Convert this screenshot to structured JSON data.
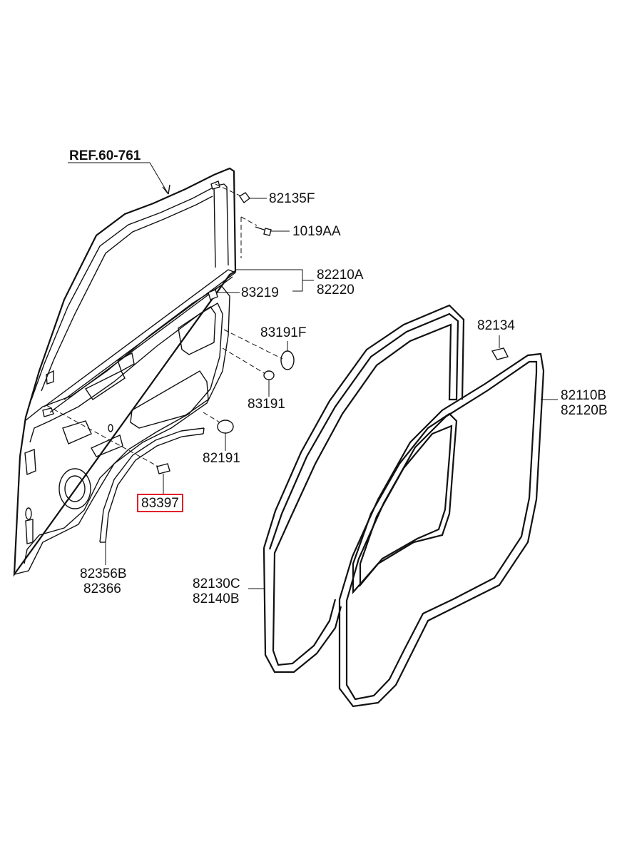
{
  "diagram": {
    "reference_label": "REF.60-761",
    "callouts": [
      {
        "id": "82135F",
        "lines": [
          "82135F"
        ]
      },
      {
        "id": "1019AA",
        "lines": [
          "1019AA"
        ]
      },
      {
        "id": "82210A",
        "lines": [
          "82210A",
          "82220"
        ]
      },
      {
        "id": "83219",
        "lines": [
          "83219"
        ]
      },
      {
        "id": "83191F",
        "lines": [
          "83191F"
        ]
      },
      {
        "id": "83191",
        "lines": [
          "83191"
        ]
      },
      {
        "id": "82191",
        "lines": [
          "82191"
        ]
      },
      {
        "id": "83397",
        "lines": [
          "83397"
        ],
        "highlighted": true
      },
      {
        "id": "82356B",
        "lines": [
          "82356B",
          "82366"
        ]
      },
      {
        "id": "82134",
        "lines": [
          "82134"
        ]
      },
      {
        "id": "82110B",
        "lines": [
          "82110B",
          "82120B"
        ]
      },
      {
        "id": "82130C",
        "lines": [
          "82130C",
          "82140B"
        ]
      }
    ],
    "highlight_color": "#e0202a"
  }
}
